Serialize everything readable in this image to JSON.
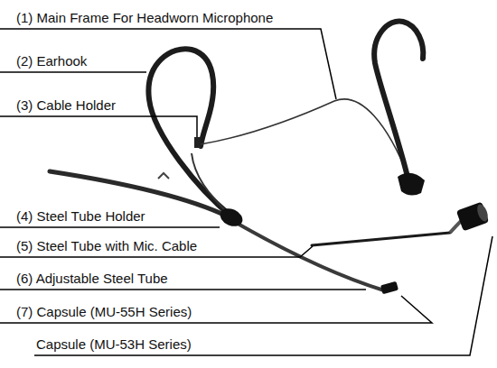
{
  "diagram": {
    "labels": [
      "(1) Main Frame For Headworn Microphone",
      "(2) Earhook",
      "(3) Cable Holder",
      "(4) Steel Tube Holder",
      "(5) Steel Tube with Mic. Cable",
      "(6) Adjustable Steel Tube",
      "(7) Capsule (MU-55H Series)",
      "Capsule (MU-53H Series)"
    ]
  }
}
